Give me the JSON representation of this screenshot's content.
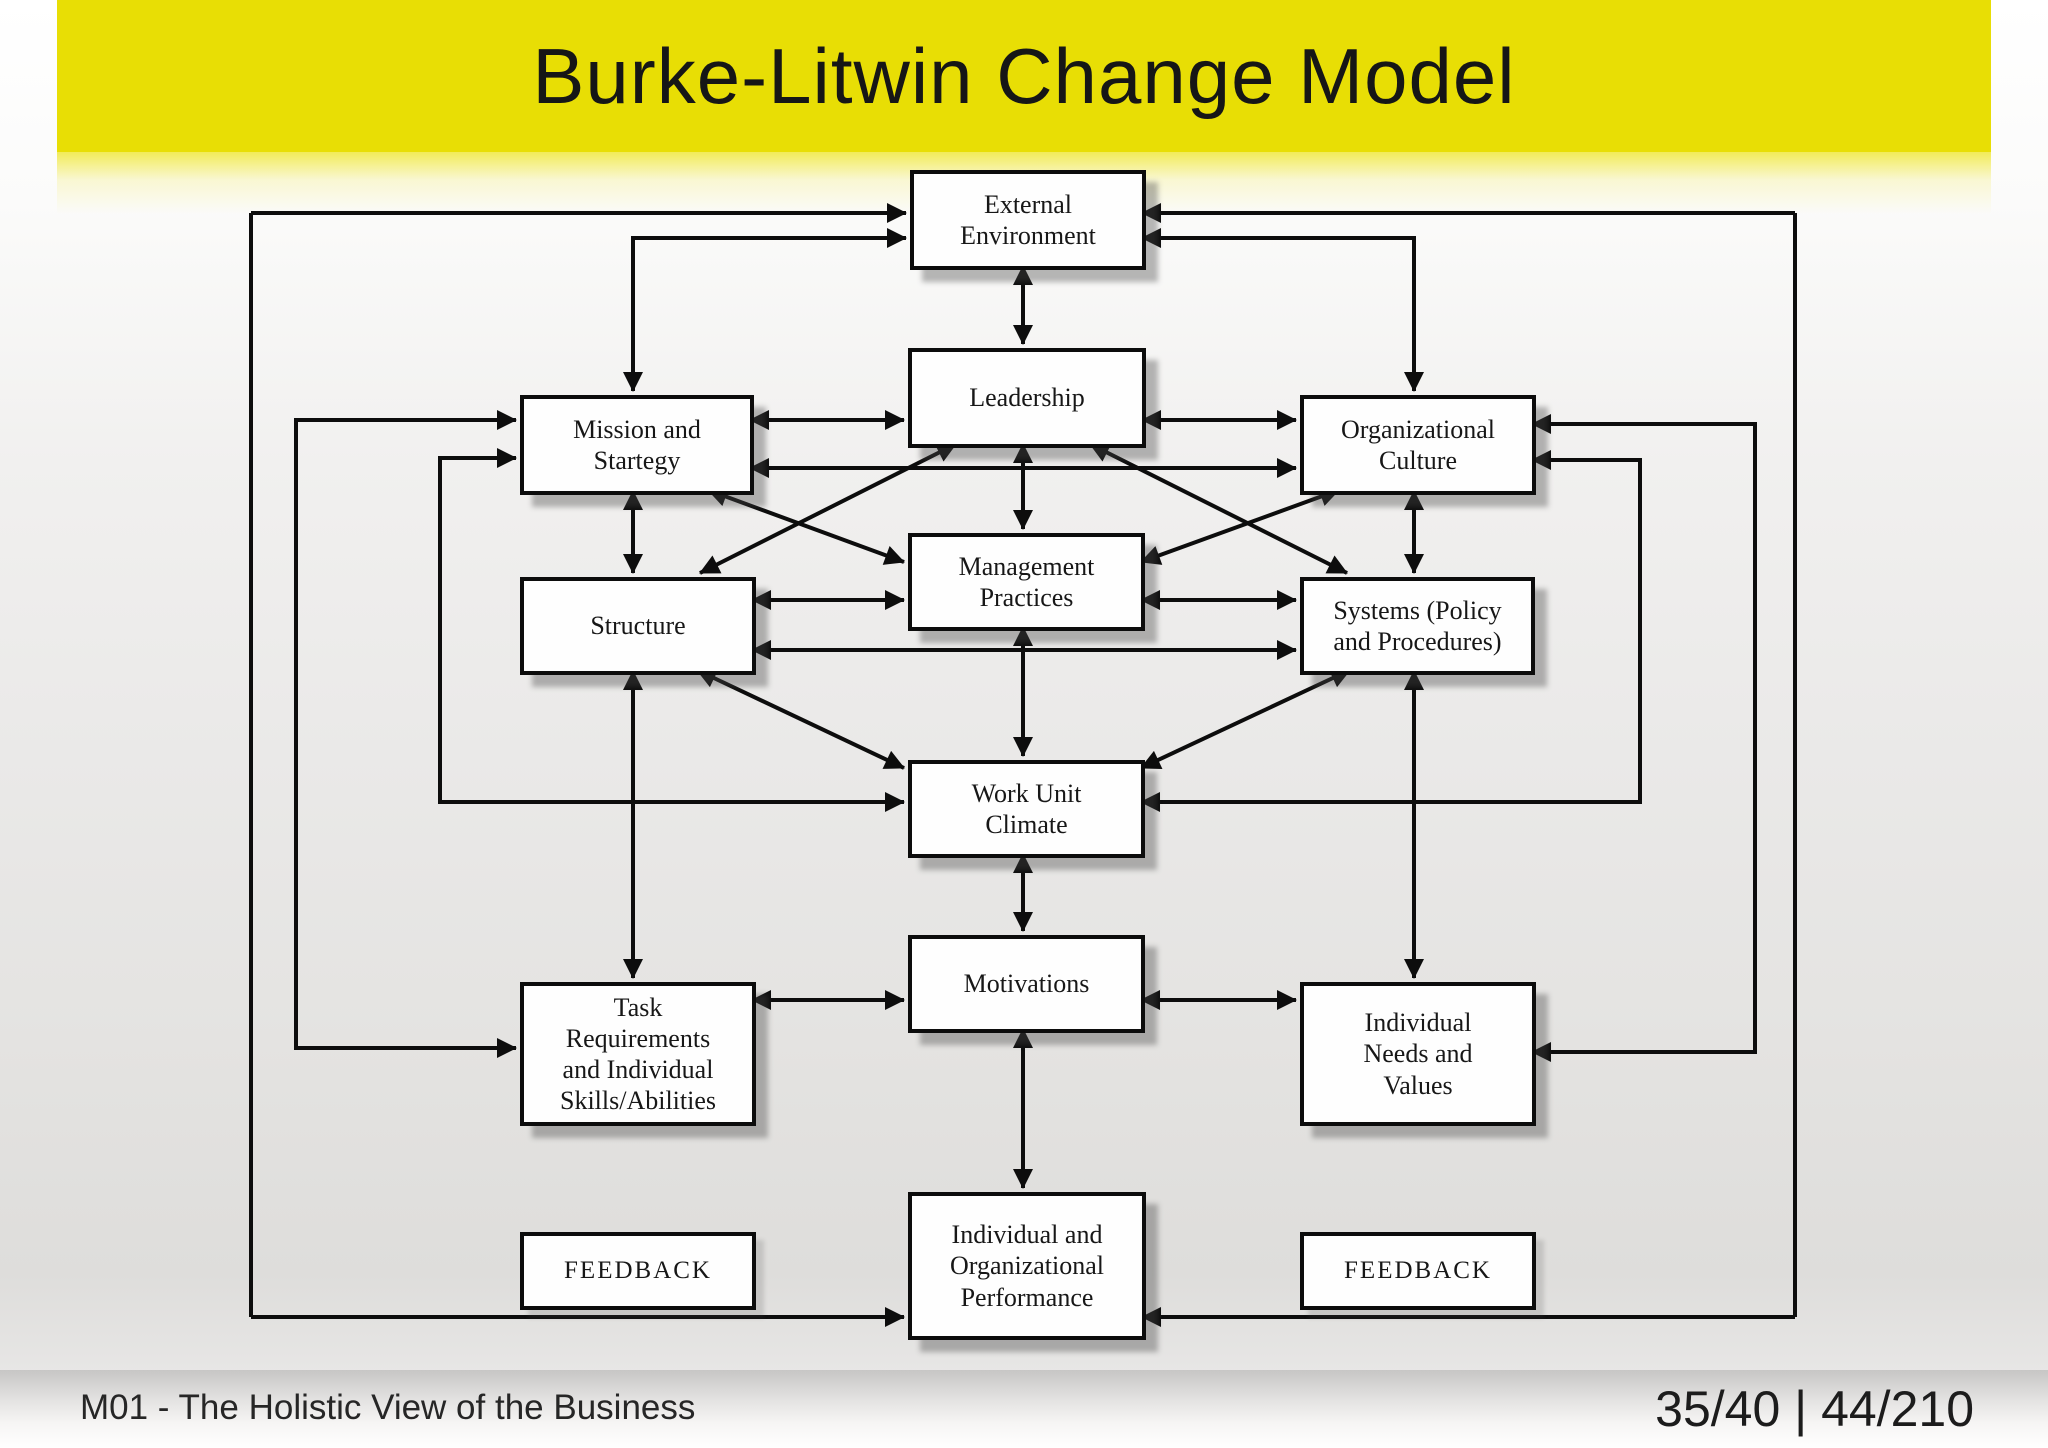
{
  "header": {
    "title": "Burke-Litwin Change Model",
    "banner_color": "#e8de05"
  },
  "diagram": {
    "nodes": {
      "ext": {
        "label": "External\nEnvironment"
      },
      "leadership": {
        "label": "Leadership"
      },
      "mission": {
        "label": "Mission and\nStartegy"
      },
      "culture": {
        "label": "Organizational\nCulture"
      },
      "mgmt": {
        "label": "Management\nPractices"
      },
      "structure": {
        "label": "Structure"
      },
      "systems": {
        "label": "Systems (Policy\nand Procedures)"
      },
      "climate": {
        "label": "Work Unit\nClimate"
      },
      "motivations": {
        "label": "Motivations"
      },
      "task": {
        "label": "Task\nRequirements\nand Individual\nSkills/Abilities"
      },
      "needs": {
        "label": "Individual\nNeeds and\nValues"
      },
      "performance": {
        "label": "Individual and\nOrganizational\nPerformance"
      },
      "feedback_left": {
        "label": "FEEDBACK"
      },
      "feedback_right": {
        "label": "FEEDBACK"
      }
    },
    "line_color": "#0d0d0d"
  },
  "footer": {
    "left": "M01 - The Holistic View of the Business",
    "right": "35/40 | 44/210"
  }
}
